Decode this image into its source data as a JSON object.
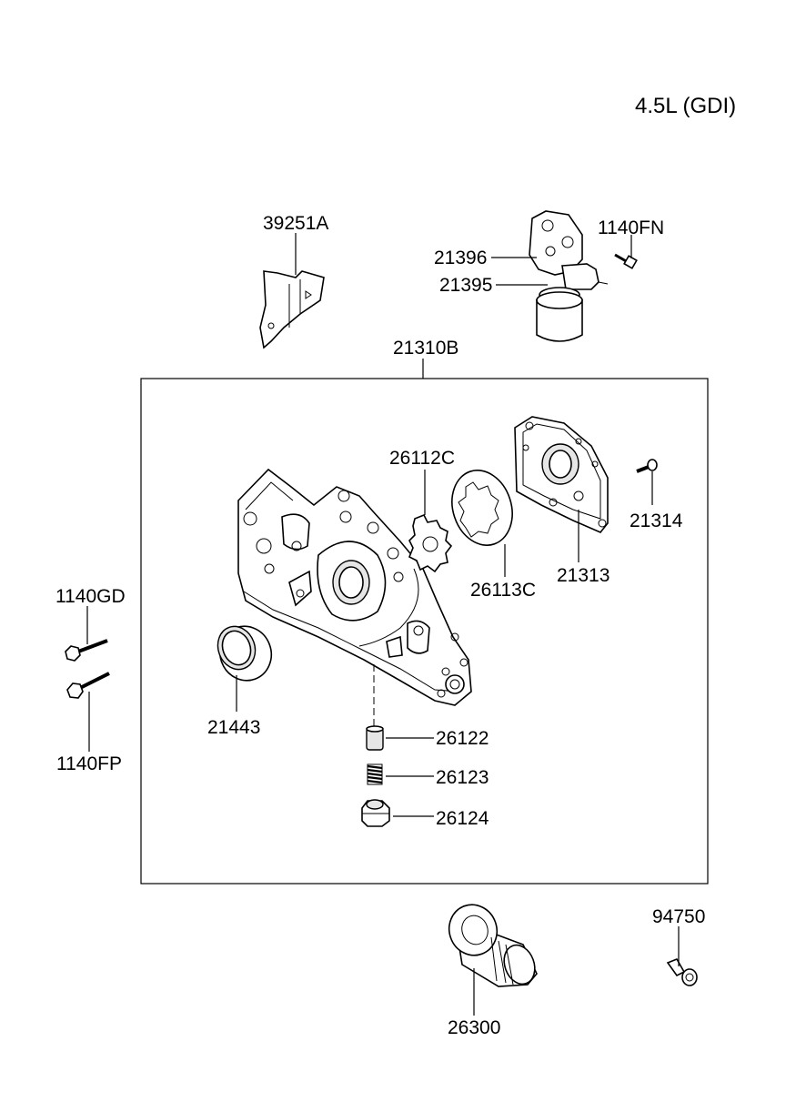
{
  "header": {
    "engine": "4.5L (GDI)"
  },
  "parts": {
    "p39251A": "39251A",
    "p1140FN": "1140FN",
    "p21396": "21396",
    "p21395": "21395",
    "p21310B": "21310B",
    "p26112C": "26112C",
    "p21314": "21314",
    "p21313": "21313",
    "p26113C": "26113C",
    "p1140GD": "1140GD",
    "p21443": "21443",
    "p1140FP": "1140FP",
    "p26122": "26122",
    "p26123": "26123",
    "p26124": "26124",
    "p94750": "94750",
    "p26300": "26300"
  }
}
